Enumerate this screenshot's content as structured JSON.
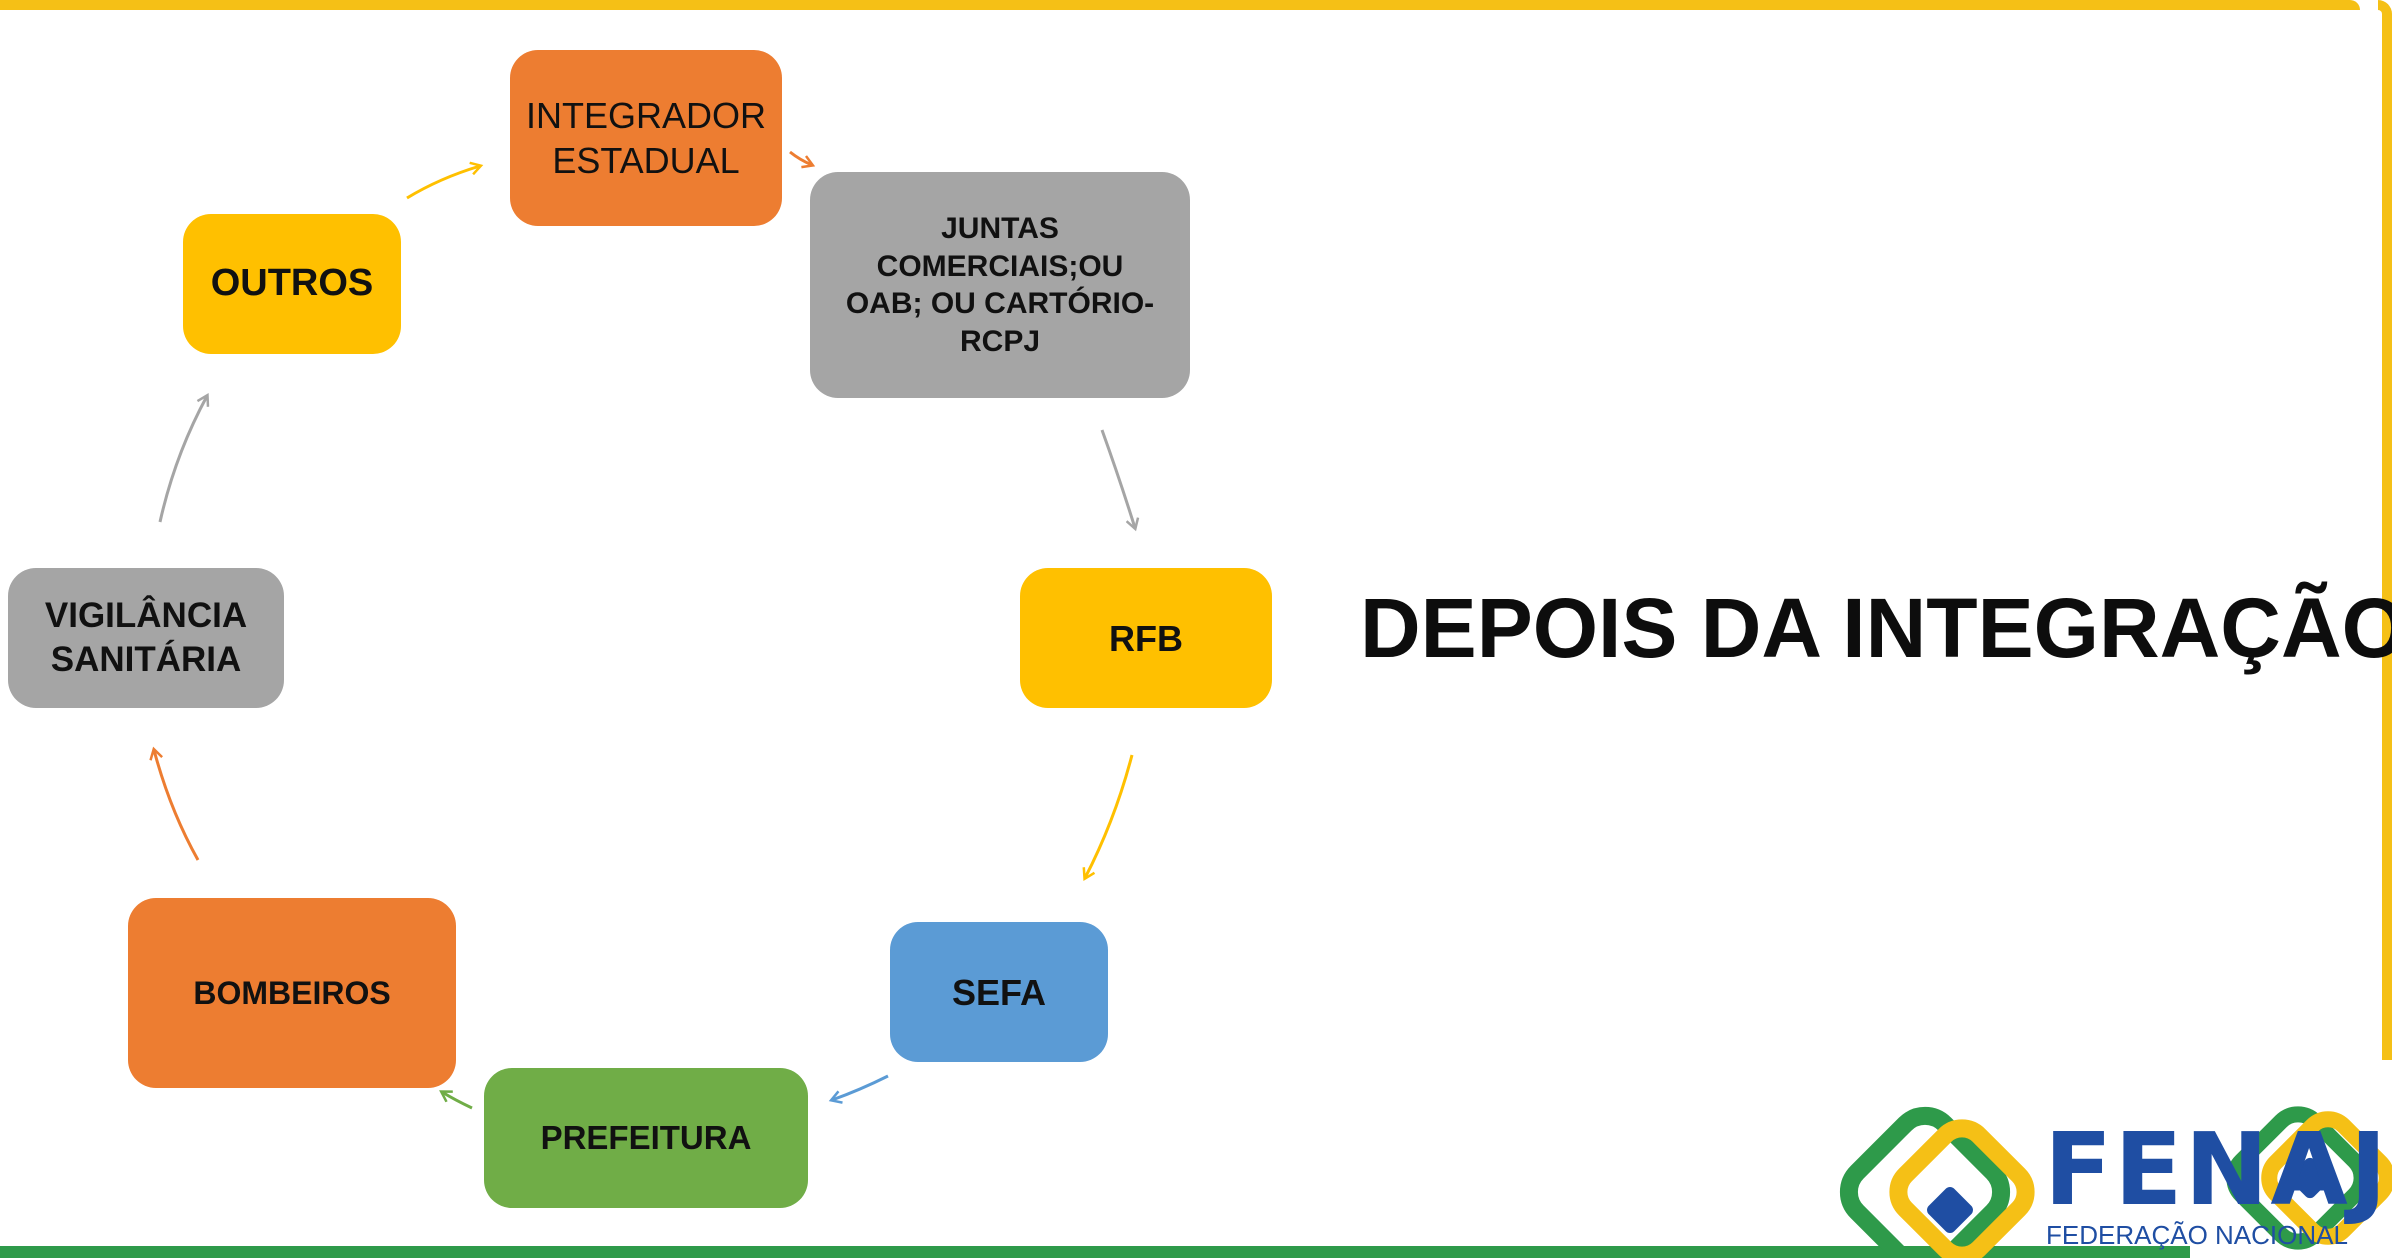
{
  "title": "DEPOIS DA INTEGRAÇÃO",
  "nodes": {
    "integrador": "INTEGRADOR ESTADUAL",
    "juntas": "JUNTAS COMERCIAIS;OU OAB; OU CARTÓRIO- RCPJ",
    "rfb": "RFB",
    "sefa": "SEFA",
    "prefeitura": "PREFEITURA",
    "bombeiros": "BOMBEIROS",
    "vigilancia": "VIGILÂNCIA SANITÁRIA",
    "outros": "OUTROS"
  },
  "logo": {
    "name": "FENAJU",
    "subtitle": "FEDERAÇÃO NACIONAL"
  },
  "colors": {
    "orange": "#ed7d31",
    "grey": "#a5a5a5",
    "yellow": "#ffc000",
    "blue": "#5b9bd5",
    "green": "#70ad47",
    "frame_top": "#f5c016",
    "frame_bottom": "#2e9a4a",
    "logo_blue": "#1f4ea3"
  }
}
